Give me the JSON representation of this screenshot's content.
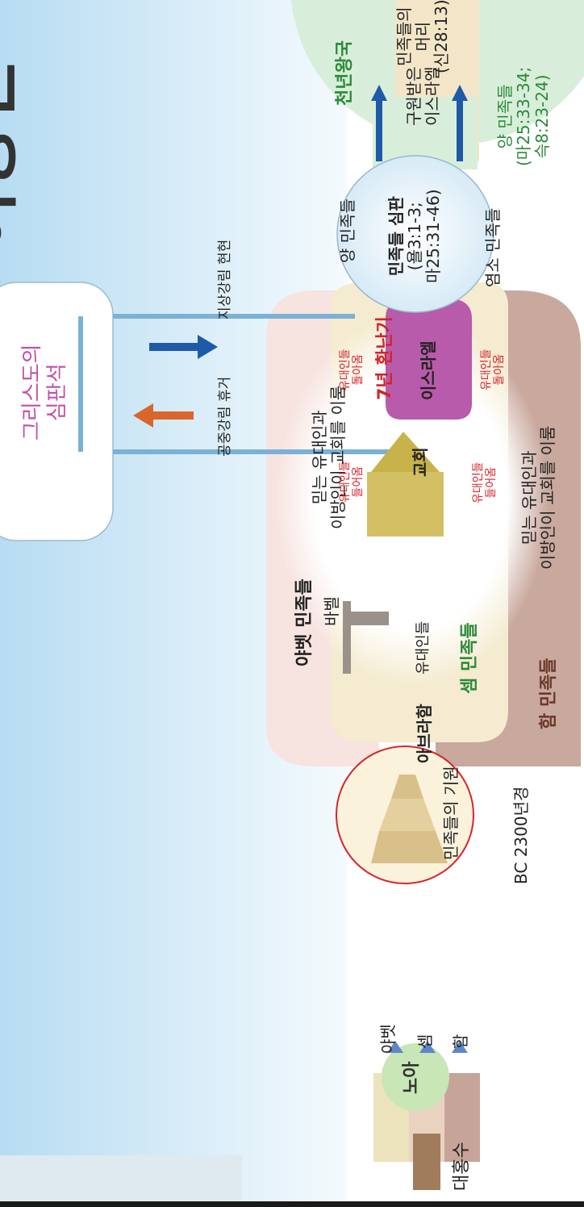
{
  "diagram": {
    "title_partial": "이방인",
    "flood": "대홍수",
    "noah": "노아",
    "sons": [
      "야벳",
      "셈",
      "함"
    ],
    "babel": {
      "name": "바벨",
      "caption": "민족들의 기원",
      "date": "BC 2300년경"
    },
    "abraham": "아브라함",
    "jews": "유대인들",
    "peoples": {
      "japheth": "야벳 민족들",
      "shem": "셈 민족들",
      "ham": "함 민족들"
    },
    "church": {
      "name": "교회",
      "formed_by_top": [
        "믿는 유대인과",
        "이방인이 교회를 이룸"
      ],
      "formed_by_bottom": [
        "믿는 유대인과",
        "이방인이 교회를 이룸"
      ],
      "jews_in": [
        "유대인들",
        "들어옴"
      ],
      "jews_return": [
        "유대인들",
        "돌아옴"
      ]
    },
    "seven_years": "7년 환난기",
    "israel": "이스라엘",
    "rapture": [
      "공중강림",
      "휴거"
    ],
    "descent": [
      "지상강림",
      "현현"
    ],
    "judgment_seat": [
      "그리스도의",
      "심판석"
    ],
    "judgment": {
      "sheep": "양 민족들",
      "title": "민족들 심판",
      "refs": [
        "(욜3:1-3;",
        "마25:31-46)"
      ],
      "goats": "염소 민족들"
    },
    "kingdom": {
      "name": "천년왕국",
      "israel": [
        "구원받은",
        "이스라엘"
      ],
      "head": [
        "민족들의",
        "머리",
        "(신28:13)"
      ],
      "sheep": [
        "양 민족들",
        "(마25:33-34;",
        "슥8:23-24)"
      ]
    }
  },
  "colors": {
    "sky": "#c9e5f4",
    "japheth_band": "#f7e5e2",
    "shem_band": "#f4ecd0",
    "ham_band": "#c9a99e",
    "israel_band": "#b85bab",
    "noah_circle": "#c8e6b6",
    "kingdom": "#d8eeda",
    "kingdom_inner": "#f3e5c8",
    "babel_border": "#d8262c",
    "judgment_seat_text": "#c24fa6",
    "arrow_blue": "#1e5aa8",
    "arrow_orange": "#d9662b",
    "tribulation_red": "#d4222b"
  }
}
